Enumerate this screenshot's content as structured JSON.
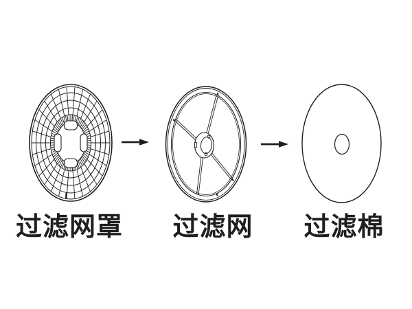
{
  "colors": {
    "background": "#ffffff",
    "ink": "#1f1f1f"
  },
  "flow": {
    "arrow_glyph": "→",
    "steps": [
      {
        "id": "filter-mesh-cover",
        "label": "过滤网罩"
      },
      {
        "id": "filter-mesh",
        "label": "过滤网"
      },
      {
        "id": "filter-cotton",
        "label": "过滤棉"
      }
    ]
  }
}
